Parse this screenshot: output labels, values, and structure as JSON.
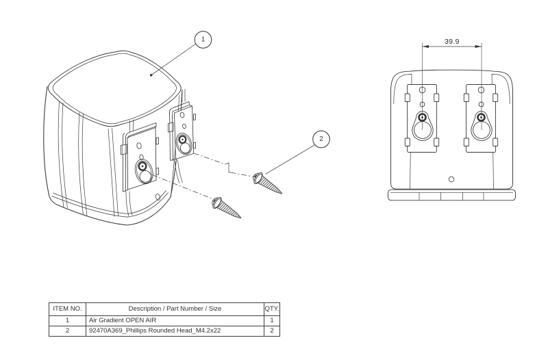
{
  "drawing": {
    "balloon_1": "1",
    "balloon_2": "2",
    "dimension_width": "39.9"
  },
  "bom_table": {
    "headers": {
      "item_no": "ITEM NO.",
      "description": "Description / Part Number / Size",
      "qty": "QTY."
    },
    "rows": [
      {
        "item_no": "1",
        "description": "Air Gradient OPEN AIR",
        "qty": "1"
      },
      {
        "item_no": "2",
        "description": "92470A369_Phillips Rounded Head_M4.2x22",
        "qty": "2"
      }
    ]
  },
  "colors": {
    "line": "#3a3a3a",
    "background": "#ffffff"
  }
}
